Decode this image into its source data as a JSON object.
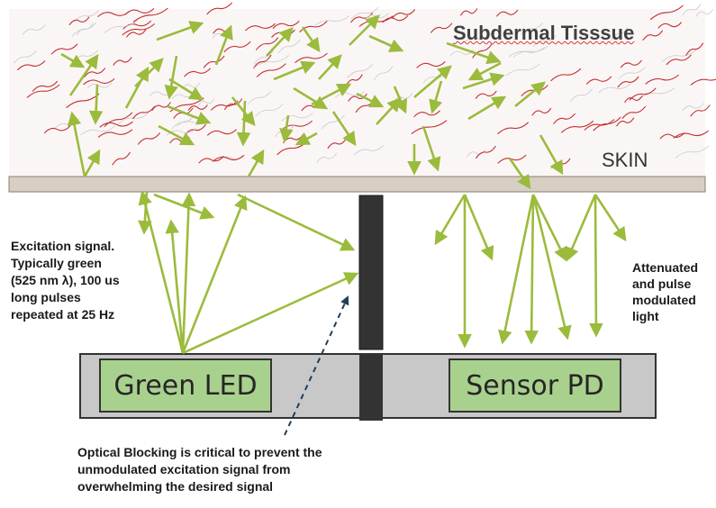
{
  "labels": {
    "tissue_title": "Subdermal Tisssue",
    "skin": "SKIN",
    "excitation": [
      "Excitation signal.",
      "Typically green",
      "(525 nm λ), 100 us",
      "long pulses",
      "repeated at 25 Hz"
    ],
    "attenuated": [
      "Attenuated",
      "and pulse",
      "modulated",
      "light"
    ],
    "blocking": [
      "Optical Blocking is critical to prevent the",
      "unmodulated excitation signal from",
      "overwhelming the desired signal"
    ]
  },
  "components": {
    "led": "Green LED",
    "sensor": "Sensor PD"
  },
  "colors": {
    "arrow": "#9bbb3c",
    "led_fill": "#a9d18e",
    "housing": "#c8c8c8",
    "skin_layer": "#d8cfc4",
    "barrier": "#333333",
    "capillary": "#c23030"
  }
}
